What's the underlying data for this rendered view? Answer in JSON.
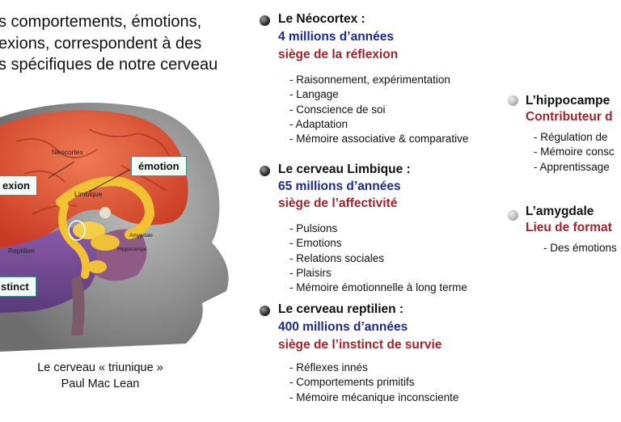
{
  "intro": {
    "line1": "s comportements, émotions,",
    "line2": "exions, correspondent à des",
    "line3": "s spécifiques de notre cerveau"
  },
  "figure": {
    "callouts": {
      "emotion": "émotion",
      "reflexion": "exion",
      "instinct": "stinct"
    },
    "brain_labels": {
      "neocortex": "Néocortex",
      "limbique": "Limbique",
      "reptilien": "Reptilien",
      "amygdale": "Amygdale",
      "hippocampe": "Hippocampe"
    },
    "caption_line1": "Le cerveau « triunique »",
    "caption_line2": "Paul Mac Lean"
  },
  "sections": [
    {
      "title": "Le Néocortex :",
      "age": "4 millions d’années",
      "role": "siège de la réflexion",
      "items": [
        "- Raisonnement, expérimentation",
        "- Langage",
        "- Conscience de soi",
        "- Adaptation",
        "- Mémoire associative & comparative"
      ]
    },
    {
      "title": "Le cerveau Limbique :",
      "age": "65 millions d’années",
      "role": "siège de l’affectivité",
      "items": [
        "- Pulsions",
        "- Emotions",
        "- Relations sociales",
        "- Plaisirs",
        "- Mémoire émotionnelle à long terme"
      ]
    },
    {
      "title": "Le cerveau reptilien :",
      "age": "400 millions d’années",
      "role": "siège de l’instinct de survie",
      "items": [
        "- Réflexes innés",
        "- Comportements primitifs",
        "- Mémoire mécanique inconsciente"
      ]
    }
  ],
  "side_sections": [
    {
      "title": "L’hippocampe",
      "role": "Contributeur d",
      "items": [
        "- Régulation de",
        "- Mémoire consc",
        "- Apprentissage"
      ]
    },
    {
      "title": "L’amygdale",
      "role": "Lieu de format",
      "items": [
        "- Des émotions"
      ]
    }
  ],
  "colors": {
    "title": "#111111",
    "age": "#1c2a8c",
    "role": "#a4232b"
  }
}
